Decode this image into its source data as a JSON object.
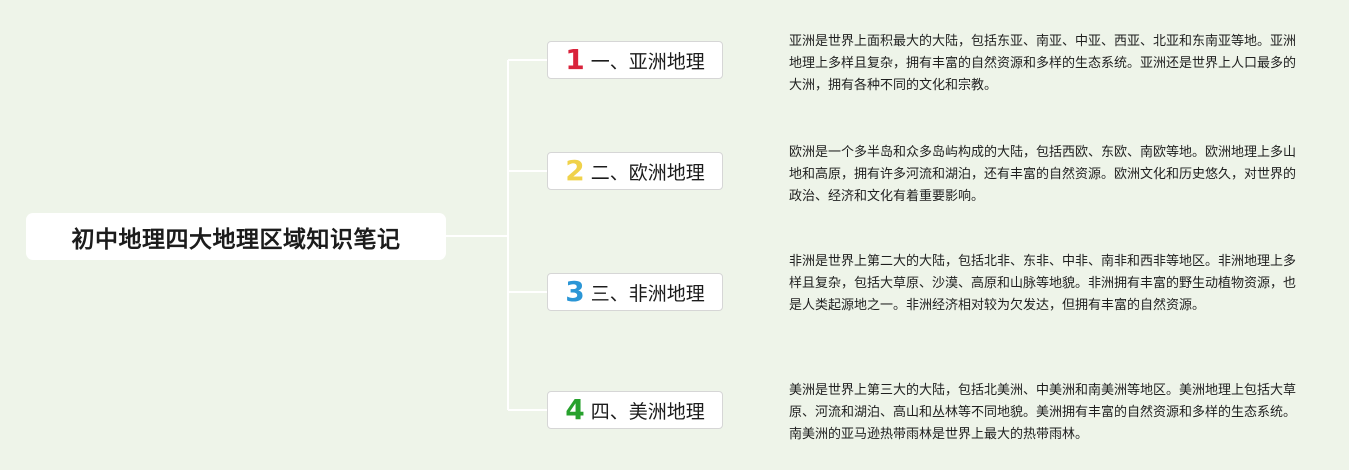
{
  "colors": {
    "background": "#eef4e9",
    "connector": "#ffffff",
    "num1": "#d9233b",
    "num2": "#f0d24a",
    "num3": "#2b96d6",
    "num4": "#27a12d"
  },
  "root": {
    "title": "初中地理四大地理区域知识笔记"
  },
  "branches": [
    {
      "number": "1",
      "label": "一、亚洲地理",
      "description": "亚洲是世界上面积最大的大陆，包括东亚、南亚、中亚、西亚、北亚和东南亚等地。亚洲地理上多样且复杂，拥有丰富的自然资源和多样的生态系统。亚洲还是世界上人口最多的大洲，拥有各种不同的文化和宗教。"
    },
    {
      "number": "2",
      "label": "二、欧洲地理",
      "description": "欧洲是一个多半岛和众多岛屿构成的大陆，包括西欧、东欧、南欧等地。欧洲地理上多山地和高原，拥有许多河流和湖泊，还有丰富的自然资源。欧洲文化和历史悠久，对世界的政治、经济和文化有着重要影响。"
    },
    {
      "number": "3",
      "label": "三、非洲地理",
      "description": "非洲是世界上第二大的大陆，包括北非、东非、中非、南非和西非等地区。非洲地理上多样且复杂，包括大草原、沙漠、高原和山脉等地貌。非洲拥有丰富的野生动植物资源，也是人类起源地之一。非洲经济相对较为欠发达，但拥有丰富的自然资源。"
    },
    {
      "number": "4",
      "label": "四、美洲地理",
      "description": "美洲是世界上第三大的大陆，包括北美洲、中美洲和南美洲等地区。美洲地理上包括大草原、河流和湖泊、高山和丛林等不同地貌。美洲拥有丰富的自然资源和多样的生态系统。南美洲的亚马逊热带雨林是世界上最大的热带雨林。"
    }
  ]
}
